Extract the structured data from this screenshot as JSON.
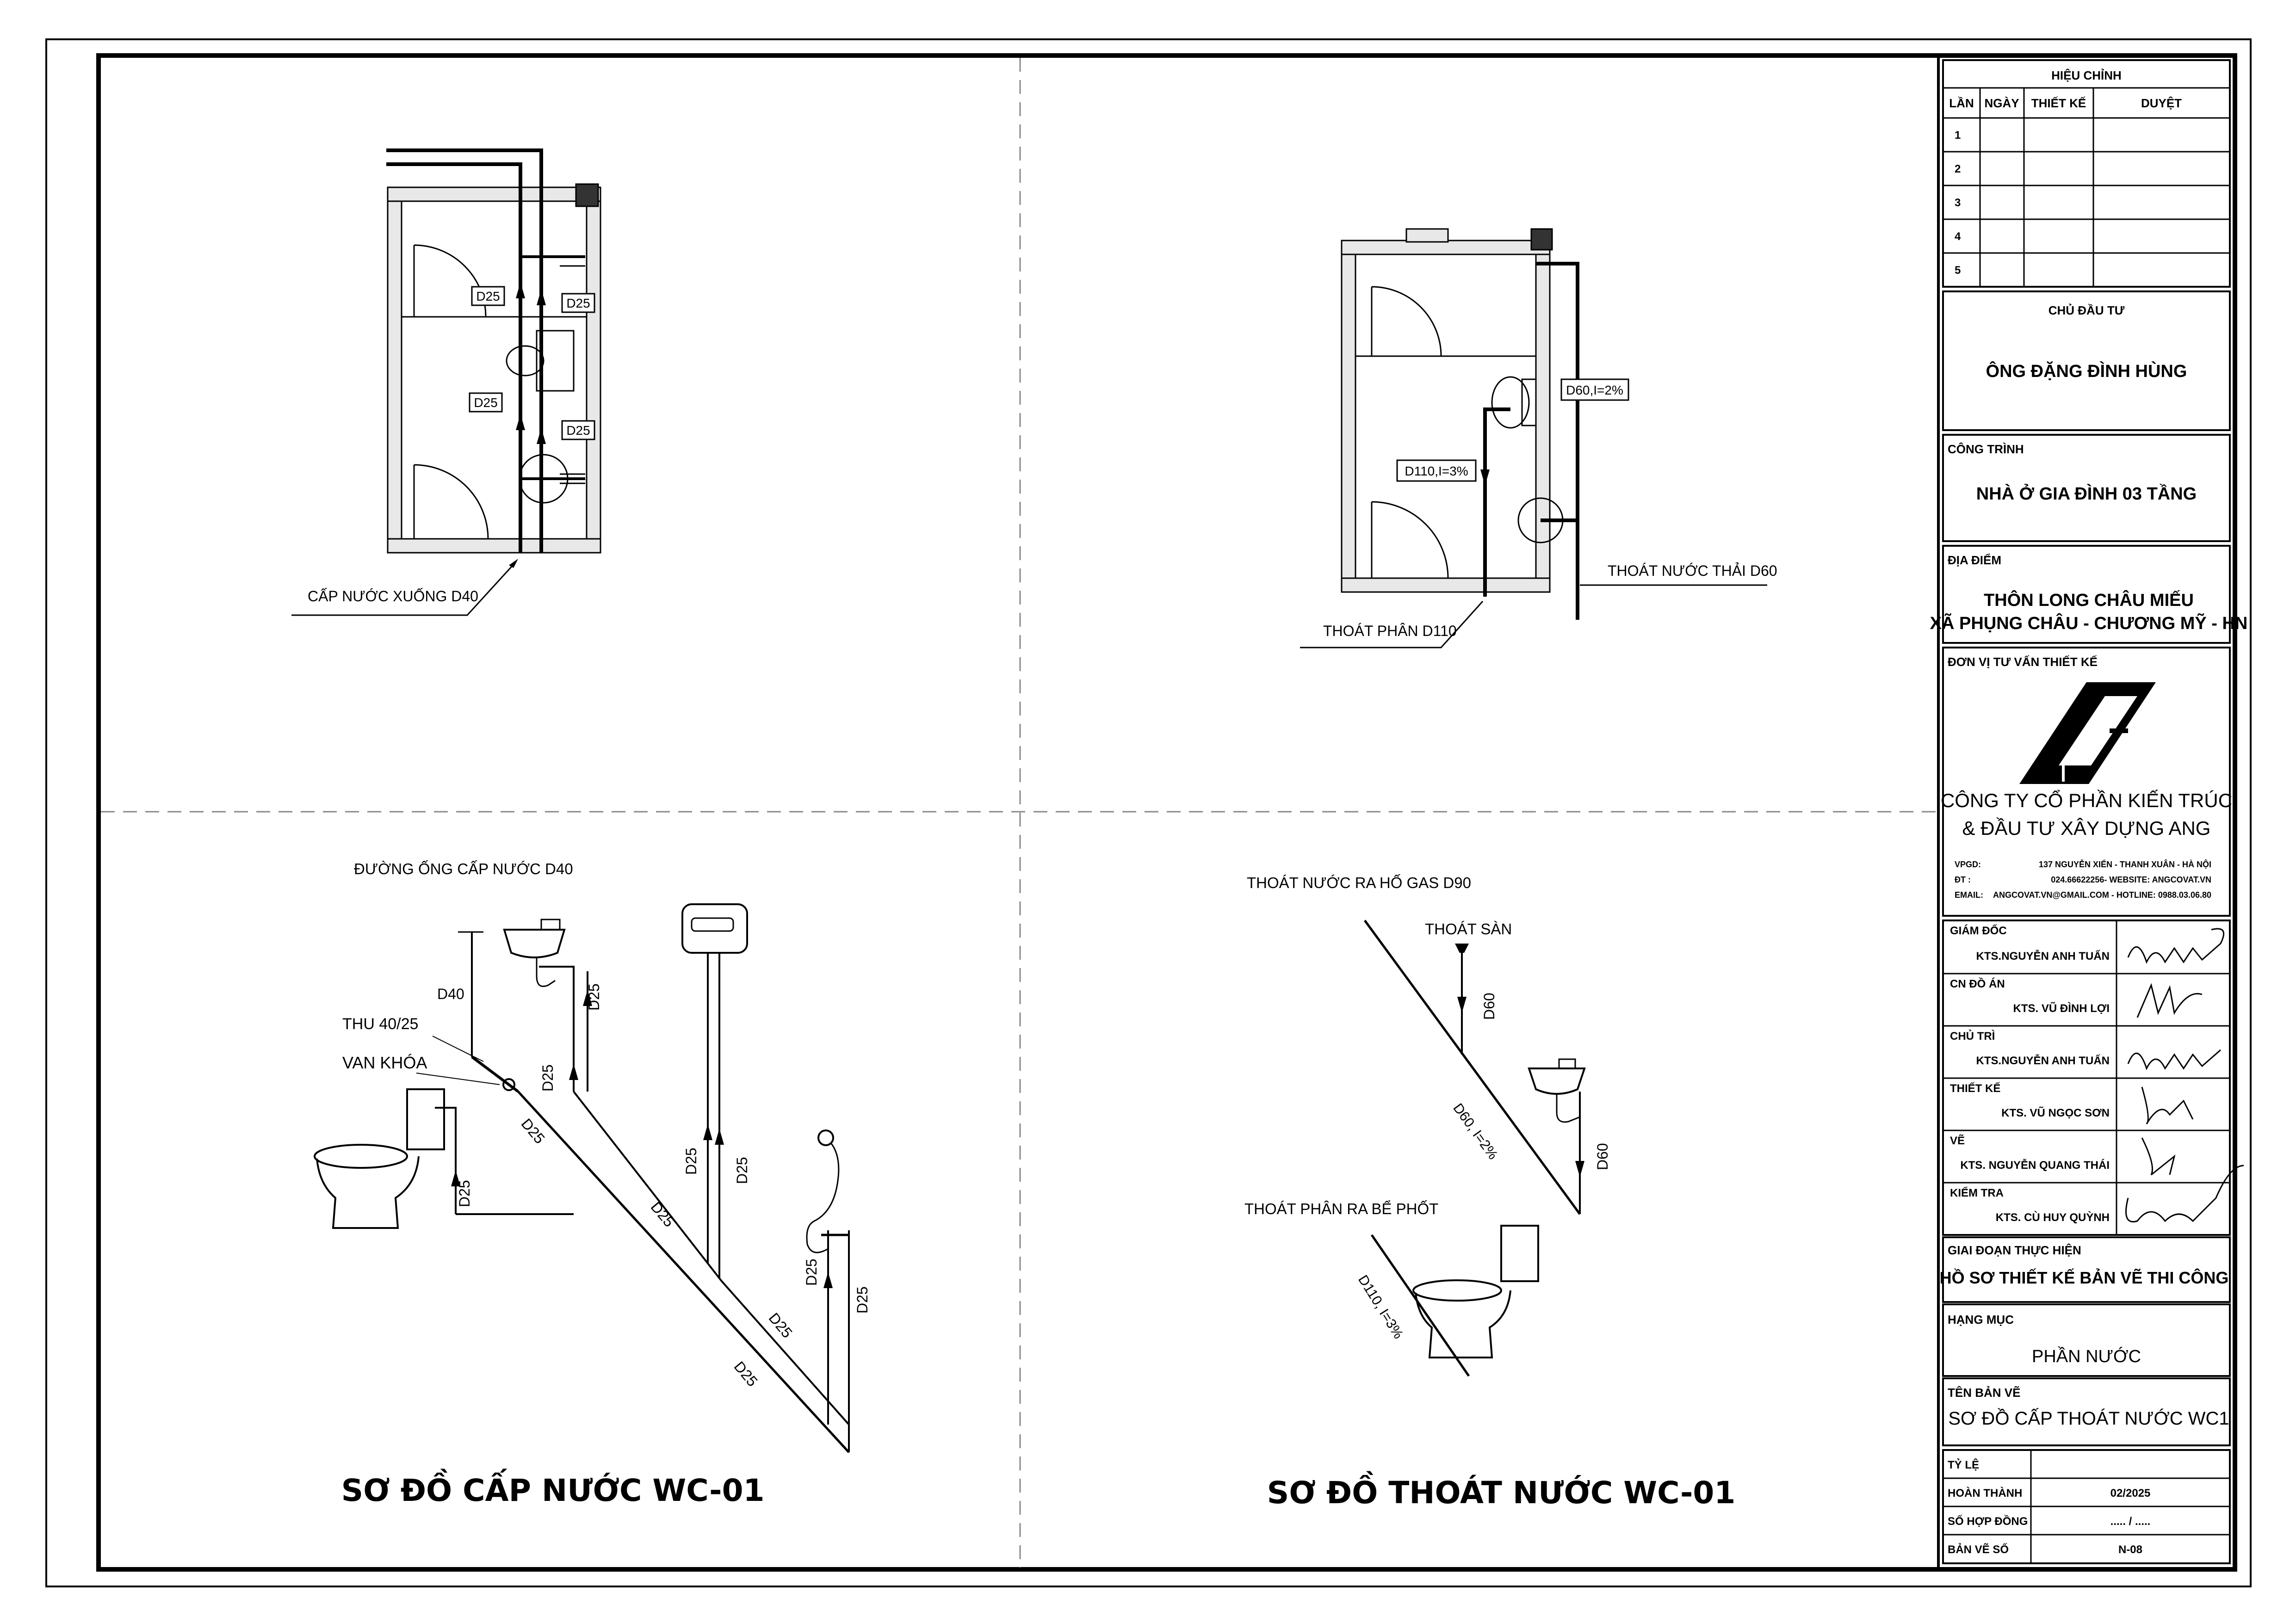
{
  "plans": {
    "supply": {
      "labels": [
        "D25",
        "D25",
        "D25",
        "D25"
      ],
      "note": "CẤP NƯỚC XUỐNG D40"
    },
    "drain": {
      "label_d60": "D60,I=2%",
      "label_d110": "D110,I=3%",
      "note_d60": "THOÁT NƯỚC THẢI D60",
      "note_d110": "THOÁT PHÂN D110"
    }
  },
  "supply_iso": {
    "main_label": "ĐƯỜNG ỐNG CẤP NƯỚC D40",
    "d40": "D40",
    "reducer": "THU 40/25",
    "valve": "VAN KHÓA",
    "pipe_labels": [
      "D25",
      "D25",
      "D25",
      "D25",
      "D25",
      "D25",
      "D25",
      "D25",
      "D25",
      "D25",
      "D25"
    ],
    "title": "SƠ ĐỒ CẤP NƯỚC WC-01"
  },
  "drain_iso": {
    "gas_label": "THOÁT NƯỚC RA HỐ GAS D90",
    "floor_drain": "THOÁT SÀN",
    "d60_a": "D60",
    "d60_b": "D60",
    "d60_slope": "D60, I=2%",
    "septic_label": "THOÁT PHÂN RA BỂ PHỐT",
    "d110_slope": "D110, I=3%",
    "title": "SƠ ĐỒ THOÁT NƯỚC WC-01"
  },
  "title_block": {
    "revision": {
      "header": "HIỆU CHỈNH",
      "columns": [
        "LẦN",
        "NGÀY",
        "THIẾT KẾ",
        "DUYỆT"
      ],
      "rows": [
        "1",
        "2",
        "3",
        "4",
        "5"
      ]
    },
    "owner_label": "CHỦ ĐẦU TƯ",
    "owner": "ÔNG ĐẶNG ĐÌNH HÙNG",
    "project_label": "CÔNG TRÌNH",
    "project": "NHÀ Ở GIA ĐÌNH 03 TẦNG",
    "location_label": "ĐỊA ĐIỂM",
    "location_line1": "THÔN LONG CHÂU MIẾU",
    "location_line2": "XÃ PHỤNG CHÂU - CHƯƠNG MỸ - HN",
    "consultant_label": "ĐƠN VỊ TƯ VẤN THIẾT KẾ",
    "company_line1": "CÔNG TY CỔ PHẦN KIẾN TRÚC",
    "company_line2": "& ĐẦU TƯ XÂY DỰNG ANG",
    "contacts": [
      {
        "k": "VPGD:",
        "v": "137 NGUYỄN XIỂN - THANH XUÂN - HÀ NỘI"
      },
      {
        "k": "ĐT :",
        "v": "024.66622256- WEBSITE: ANGCOVAT.VN"
      },
      {
        "k": "EMAIL:",
        "v": "ANGCOVAT.VN@GMAIL.COM - HOTLINE: 0988.03.06.80"
      }
    ],
    "staff": [
      {
        "role": "GIÁM ĐỐC",
        "name": "KTS.NGUYỄN ANH TUẤN"
      },
      {
        "role": "CN ĐỒ ÁN",
        "name": "KTS. VŨ ĐÌNH LỢI"
      },
      {
        "role": "CHỦ TRÌ",
        "name": "KTS.NGUYỄN ANH TUẤN"
      },
      {
        "role": "THIẾT KẾ",
        "name": "KTS. VŨ NGỌC SƠN"
      },
      {
        "role": "VẼ",
        "name": "KTS. NGUYỄN QUANG THÁI"
      },
      {
        "role": "KIỂM TRA",
        "name": "KTS. CÙ HUY QUỲNH"
      }
    ],
    "phase_label": "GIAI ĐOẠN THỰC HIỆN",
    "phase": "HỒ SƠ THIẾT KẾ BẢN VẼ THI CÔNG",
    "item_label": "HẠNG MỤC",
    "item": "PHẦN NƯỚC",
    "drawing_label": "TÊN BẢN VẼ",
    "drawing": "SƠ ĐỒ CẤP THOÁT NƯỚC WC1",
    "scale_label": "TỶ LỆ",
    "scale": "",
    "completed_label": "HOÀN THÀNH",
    "completed": "02/2025",
    "contract_label": "SỐ HỢP ĐỒNG",
    "contract": "..... / .....",
    "sheet_label": "BẢN VẼ SỐ",
    "sheet": "N-08"
  }
}
